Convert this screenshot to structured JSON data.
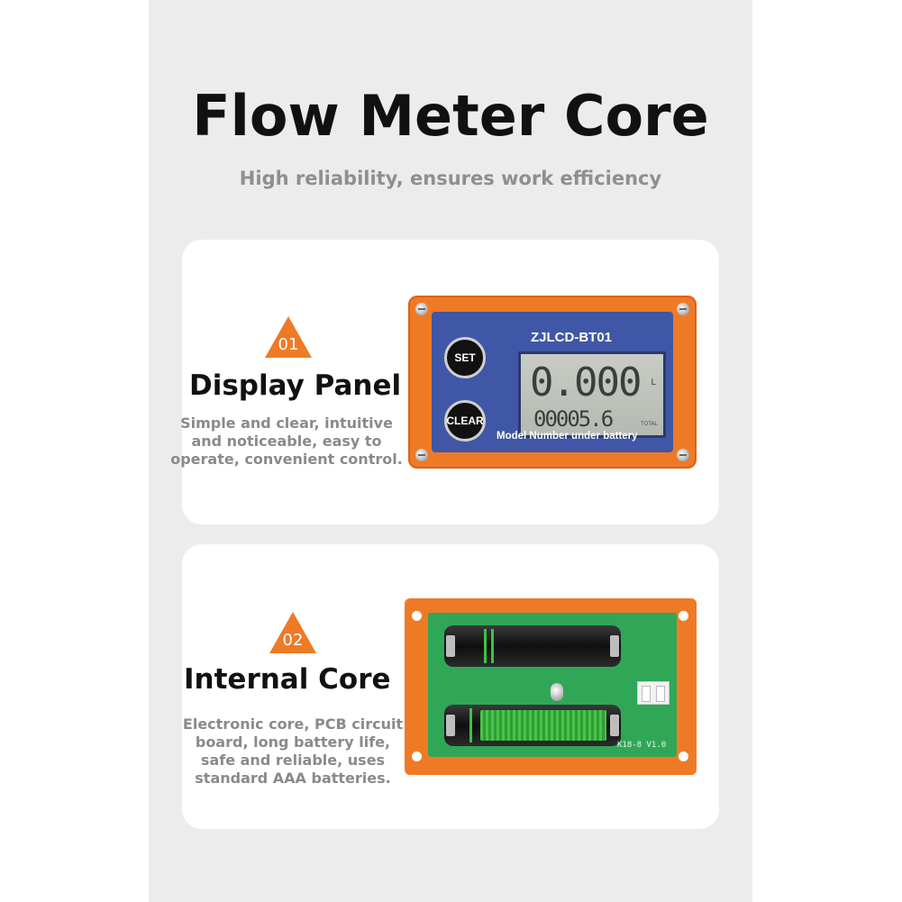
{
  "header": {
    "title": "Flow Meter Core",
    "subtitle": "High reliability, ensures work efficiency"
  },
  "sections": [
    {
      "number": "01",
      "heading": "Display Panel",
      "description": "Simple and clear, intuitive\nand noticeable, easy to\noperate, convenient control."
    },
    {
      "number": "02",
      "heading": "Internal Core",
      "description": "Electronic core, PCB circuit\nboard, long battery life,\nsafe and reliable, uses\nstandard AAA batteries."
    }
  ],
  "device_display": {
    "model": "ZJLCD-BT01",
    "set_label": "SET",
    "clear_label": "CLEAR",
    "lcd_main": "0.000",
    "lcd_unit": "L",
    "lcd_sub": "00005.6",
    "lcd_total": "TOTAL",
    "bottom_label": "Model Number under battery"
  },
  "device_core": {
    "pcb_label": "K18-8 V1.0"
  },
  "colors": {
    "accent": "#ef7a26",
    "panel_blue": "#3f57a6",
    "pcb_green": "#2fa757"
  }
}
